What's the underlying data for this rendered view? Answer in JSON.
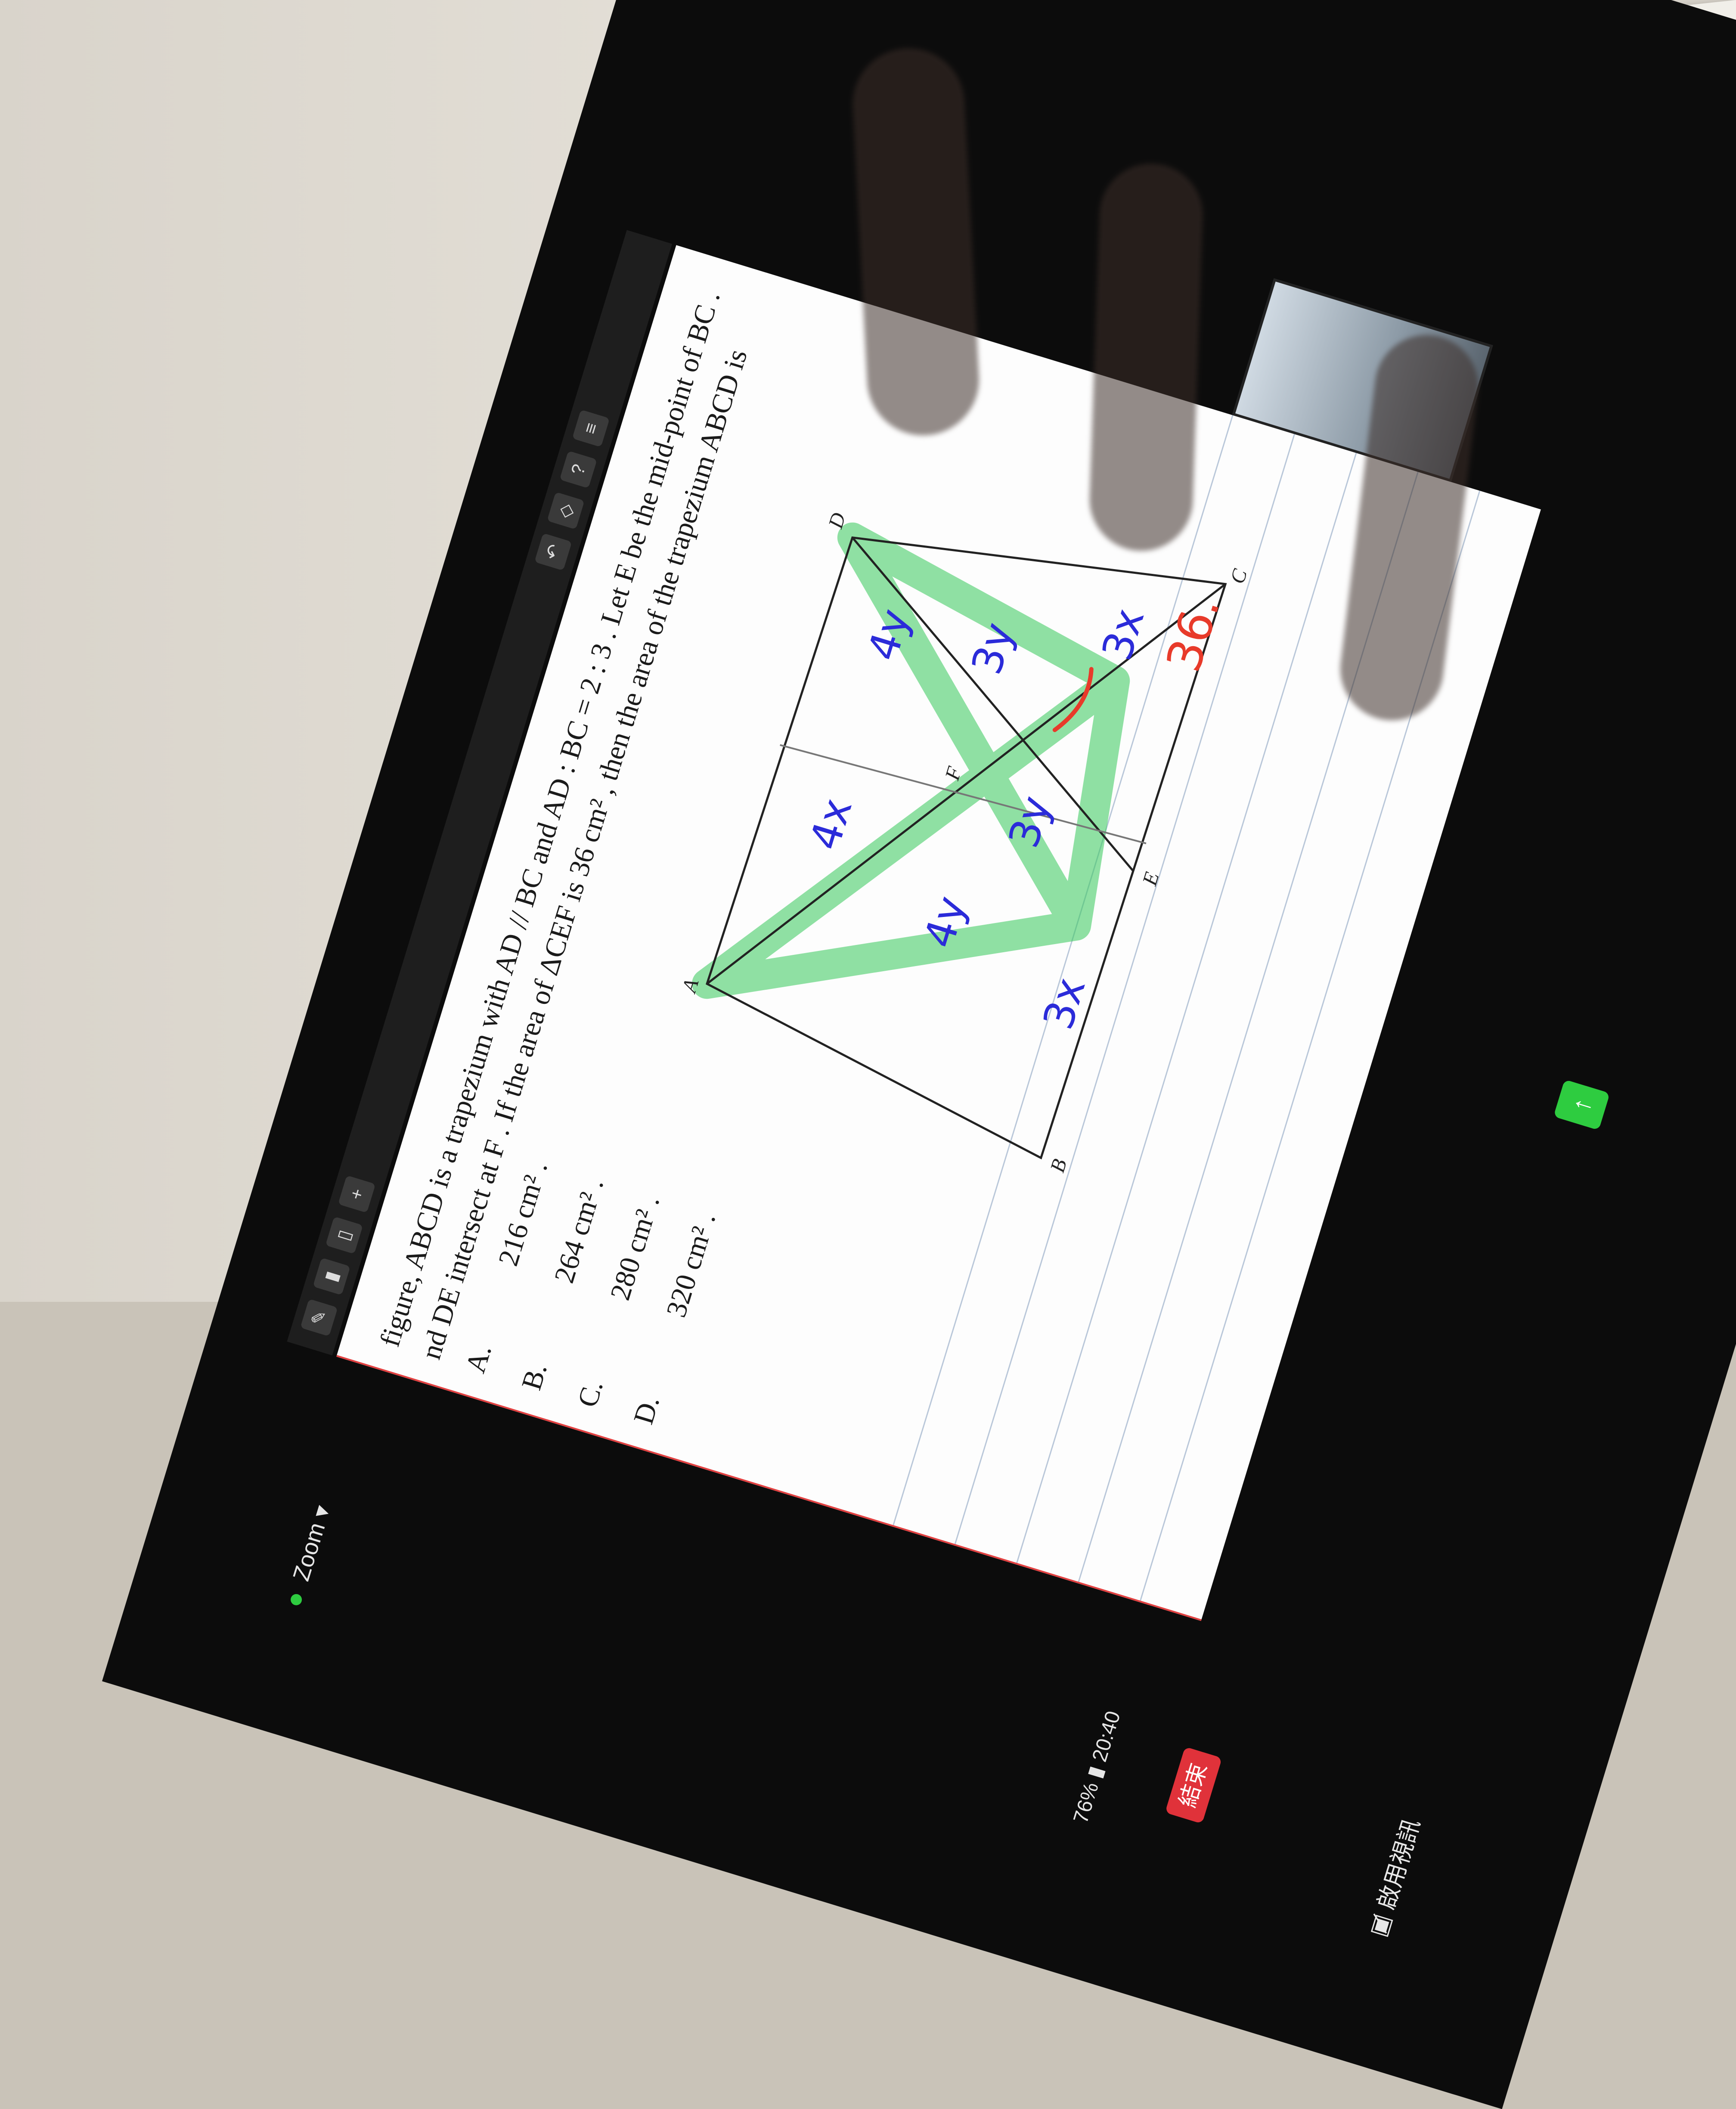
{
  "meeting": {
    "app_name": "Zoom",
    "status_time": "20:40",
    "battery": "76%",
    "end_button": "結束",
    "bottom_label": "啟用視訊"
  },
  "question": {
    "text_line1": "figure, ABCD is a trapezium with AD // BC and AD : BC = 2 : 3 . Let E be the mid-point of BC .",
    "text_line2": "nd DE intersect at F . If the area of ΔCEF is 36 cm² , then the area of the trapezium ABCD is",
    "options": [
      {
        "label": "A.",
        "value": "216 cm² ."
      },
      {
        "label": "B.",
        "value": "264 cm² ."
      },
      {
        "label": "C.",
        "value": "280 cm² ."
      },
      {
        "label": "D.",
        "value": "320 cm² ."
      }
    ]
  },
  "figure": {
    "vertices": {
      "A": "A",
      "B": "B",
      "C": "C",
      "D": "D",
      "E": "E",
      "F": "F"
    },
    "annotations": [
      "4x",
      "4y",
      "4y",
      "3y",
      "3y",
      "3x",
      "3x",
      "36."
    ]
  },
  "colors": {
    "highlight": "#35c95a",
    "ink_blue": "#2b2bd9",
    "ink_red": "#e83a2a",
    "end_button": "#e0323a"
  }
}
